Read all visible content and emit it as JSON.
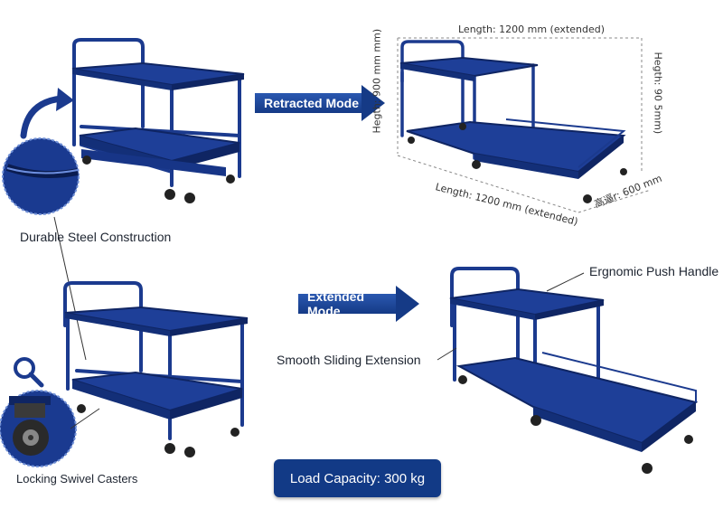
{
  "colors": {
    "cart": "#1b3a8e",
    "cart_dark": "#0f2563",
    "cart_light": "#2e52b3",
    "accent": "#153a86"
  },
  "callouts": {
    "steel": "Durable Steel Construction",
    "casters": "Locking Swivel Casters",
    "handle": "Ergnomic Push Handle",
    "sliding": "Smooth Sliding Extension"
  },
  "modes": {
    "retracted": "Retracted Mode",
    "extended": "Extended Mode"
  },
  "dimensions": {
    "top_length": "Length: 1200 mm (extended)",
    "bottom_length": "Length: 1200 mm (extended)",
    "left_height": "Hegth: 900 mm mm)",
    "right_height": "Hegth: 90 5mm)",
    "width": "高逼r: 600 mm"
  },
  "load_capacity": "Load Capacity: 300 kg",
  "icons": [
    "curved-arrow-icon",
    "magnifier-icon",
    "caster-wheel-icon"
  ]
}
